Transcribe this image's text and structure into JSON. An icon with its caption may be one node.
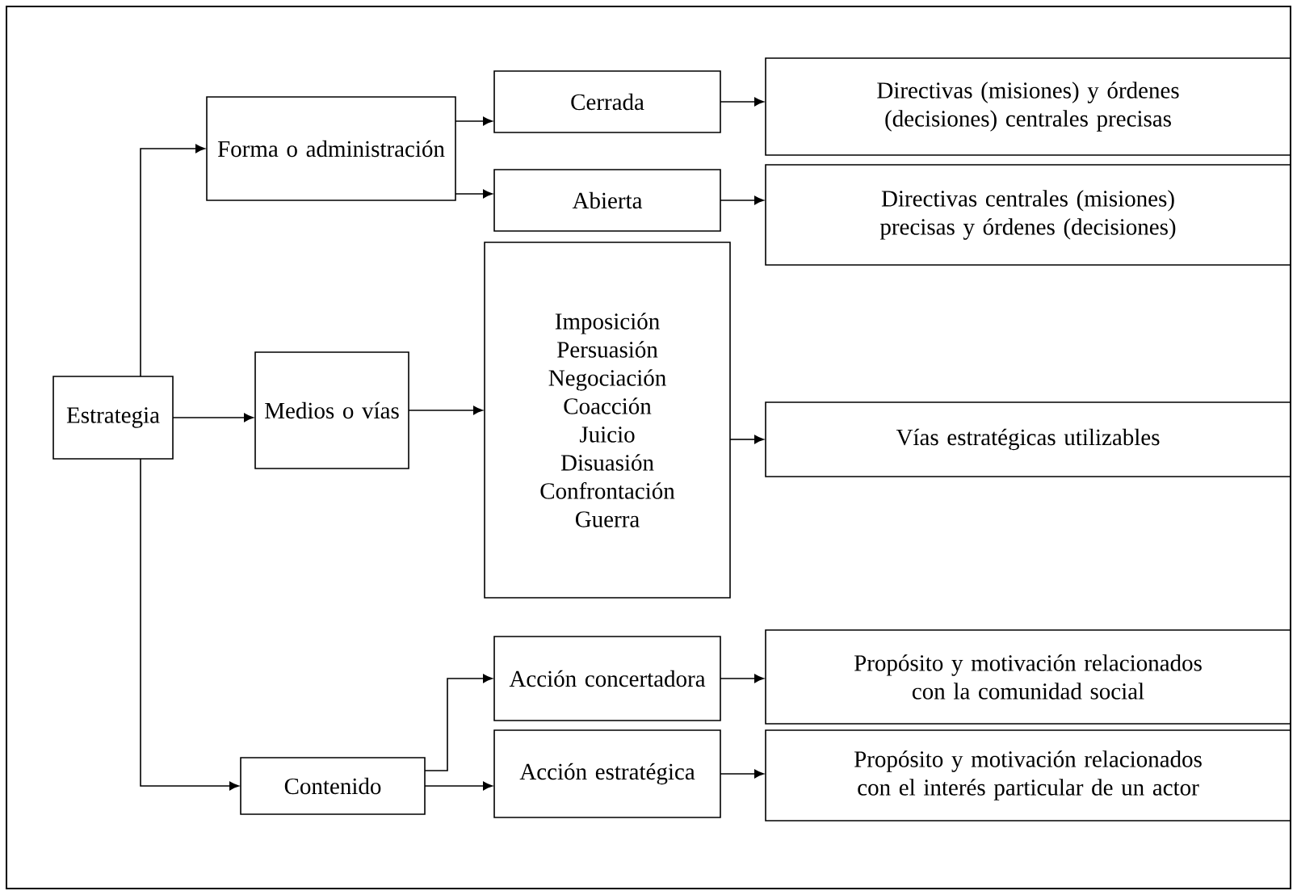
{
  "diagram": {
    "nodes": [
      {
        "text": [
          "Estrategia"
        ]
      },
      {
        "text": [
          "Forma o administración"
        ]
      },
      {
        "text": [
          "Medios o vías"
        ]
      },
      {
        "text": [
          "Contenido"
        ]
      },
      {
        "text": [
          "Cerrada"
        ]
      },
      {
        "text": [
          "Abierta"
        ]
      },
      {
        "text": [
          "Imposición",
          "Persuasión",
          "Negociación",
          "Coacción",
          "Juicio",
          "Disuasión",
          "Confrontación",
          "Guerra"
        ]
      },
      {
        "text": [
          "Directivas (misiones) y órdenes (decisiones) centrales precisas"
        ]
      },
      {
        "text": [
          "Directivas centrales (misiones) precisas y órdenes (decisiones)"
        ]
      },
      {
        "text": [
          "Vías estratégicas utilizables"
        ]
      },
      {
        "text": [
          "Acción concertadora"
        ]
      },
      {
        "text": [
          "Acción estratégica"
        ]
      },
      {
        "text": [
          "Propósito y motivación relacionados con la comunidad social"
        ]
      },
      {
        "text": [
          "Propósito y motivación relacionados con el interés particular de un actor"
        ]
      }
    ],
    "edges": [
      {
        "from": 0,
        "to": 1,
        "arrow": "to"
      },
      {
        "from": 0,
        "to": 2,
        "arrow": "to"
      },
      {
        "from": 0,
        "to": 3,
        "arrow": "to"
      },
      {
        "from": 1,
        "to": 4,
        "arrow": "to"
      },
      {
        "from": 1,
        "to": 5,
        "arrow": "to"
      },
      {
        "from": 2,
        "to": 6,
        "arrow": "to"
      },
      {
        "from": 6,
        "to": 9,
        "arrow": "to"
      },
      {
        "from": 4,
        "to": 7,
        "arrow": "to"
      },
      {
        "from": 5,
        "to": 8,
        "arrow": "to"
      },
      {
        "from": 3,
        "to": 10,
        "arrow": "to"
      },
      {
        "from": 3,
        "to": 11,
        "arrow": "to"
      },
      {
        "from": 10,
        "to": 12,
        "arrow": "to"
      },
      {
        "from": 11,
        "to": 13,
        "arrow": "to"
      }
    ]
  }
}
